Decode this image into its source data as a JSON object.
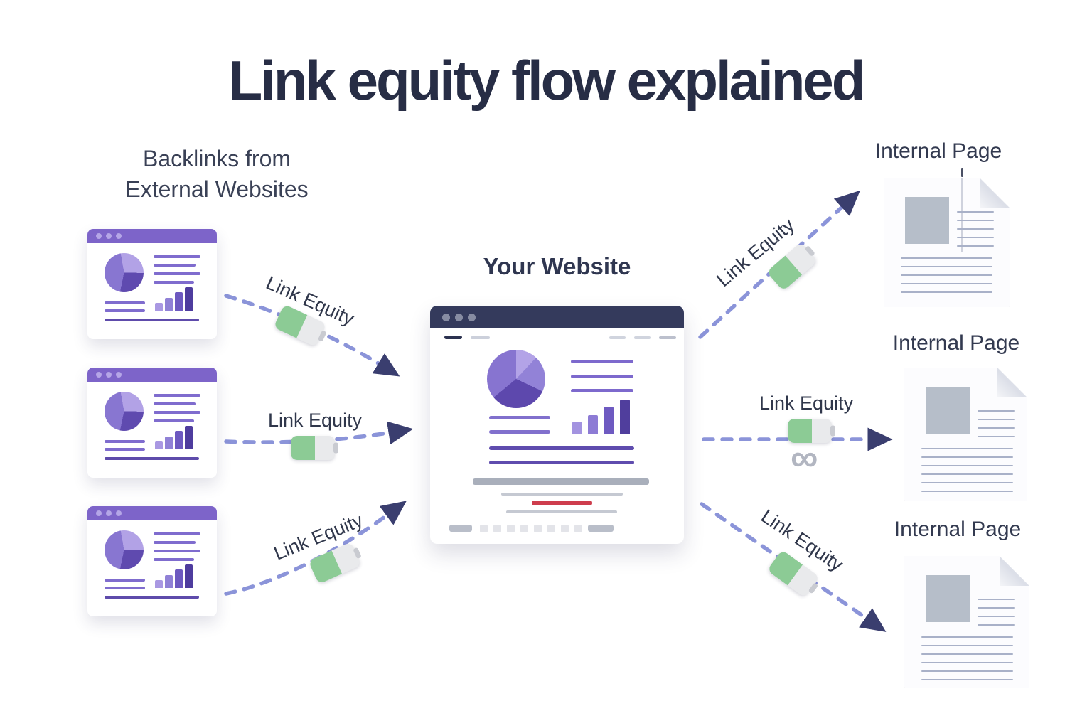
{
  "title": "Link equity flow explained",
  "labels": {
    "backlinks_line1": "Backlinks from",
    "backlinks_line2": "External Websites",
    "your_website": "Your Website",
    "infinity": "∞"
  },
  "external_windows": [
    {
      "name": "external-website-1"
    },
    {
      "name": "external-website-2"
    },
    {
      "name": "external-website-3"
    }
  ],
  "arrows": [
    {
      "from": "external-website-1",
      "to": "your-website",
      "label": "Link Equity",
      "battery_fill_percent": 55
    },
    {
      "from": "external-website-2",
      "to": "your-website",
      "label": "Link Equity",
      "battery_fill_percent": 55
    },
    {
      "from": "external-website-3",
      "to": "your-website",
      "label": "Link Equity",
      "battery_fill_percent": 55
    },
    {
      "from": "your-website",
      "to": "internal-page-1",
      "label": "Link Equity",
      "battery_fill_percent": 55
    },
    {
      "from": "your-website",
      "to": "internal-page-2",
      "label": "Link Equity",
      "battery_fill_percent": 55,
      "infinity": true
    },
    {
      "from": "your-website",
      "to": "internal-page-3",
      "label": "Link Equity",
      "battery_fill_percent": 55
    }
  ],
  "internal_pages": [
    {
      "label": "Internal Page"
    },
    {
      "label": "Internal Page"
    },
    {
      "label": "Internal Page"
    }
  ],
  "colors": {
    "background": "#ffffff",
    "title_text": "#272d45",
    "label_text": "#3a4156",
    "accent_purple": "#7d64c9",
    "pie_light": "#b3a3e7",
    "pie_medium": "#8774d0",
    "pie_dark": "#5d48ad",
    "dark_navy_header": "#343a5c",
    "arrow_dash": "#8b94d9",
    "arrowhead": "#3a3e6f",
    "battery_green": "#8ccb95",
    "battery_gray": "#e9eaec",
    "red_bar": "#ce3d4d",
    "gray_bar": "#a9afbb",
    "infinity_gray": "#b2b6c1",
    "document_line": "#a9b1c8",
    "document_image": "#b6bec9"
  }
}
